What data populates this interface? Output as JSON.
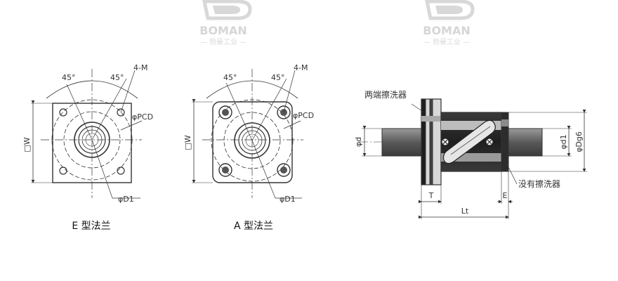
{
  "watermark": {
    "brand": "BOMAN",
    "subtitle": "— 勃曼工业 —"
  },
  "left_view": {
    "caption": "E 型法兰",
    "angle_1": "45°",
    "angle_2": "45°",
    "bolt_label": "4-M",
    "pcd_label": "φPCD",
    "width_label": "□W",
    "d1_label": "φD1"
  },
  "middle_view": {
    "caption": "A 型法兰",
    "angle_1": "45°",
    "angle_2": "45°",
    "bolt_label": "4-M",
    "pcd_label": "φPCD",
    "width_label": "□W",
    "d1_label": "φD1"
  },
  "side_view": {
    "wiper_both_ends": "两端擦洗器",
    "no_wiper": "没有擦洗器",
    "d_label": "φd",
    "d1_label": "φd1",
    "dg6_label": "φDg6",
    "t_label": "T",
    "e_label": "E",
    "lt_label": "Lt"
  },
  "colors": {
    "line": "#333333",
    "dark_fill": "#2a2a2a",
    "shaft_fill": "#6e6e6e",
    "watermark": "#d6d6d6"
  }
}
